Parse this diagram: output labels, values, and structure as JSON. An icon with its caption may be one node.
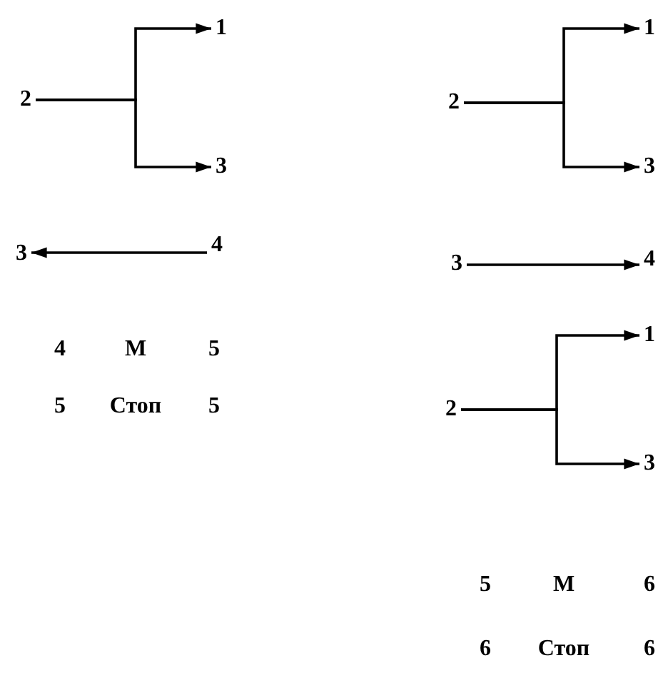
{
  "diagram": {
    "nodes": [
      {
        "text": [
          "2"
        ]
      },
      {
        "text": [
          "1"
        ]
      },
      {
        "text": [
          "3"
        ]
      },
      {
        "text": [
          "3"
        ]
      },
      {
        "text": [
          "4"
        ]
      },
      {
        "text": [
          "2"
        ]
      },
      {
        "text": [
          "1"
        ]
      },
      {
        "text": [
          "3"
        ]
      },
      {
        "text": [
          "3"
        ]
      },
      {
        "text": [
          "4"
        ]
      },
      {
        "text": [
          "2"
        ]
      },
      {
        "text": [
          "1"
        ]
      },
      {
        "text": [
          "3"
        ]
      }
    ],
    "edges": [
      {
        "from": 0,
        "to": 1,
        "arrow": "to"
      },
      {
        "from": 0,
        "to": 2,
        "arrow": "to"
      },
      {
        "from": 4,
        "to": 3,
        "arrow": "to"
      },
      {
        "from": 5,
        "to": 6,
        "arrow": "to"
      },
      {
        "from": 5,
        "to": 7,
        "arrow": "to"
      },
      {
        "from": 8,
        "to": 9,
        "arrow": "to"
      },
      {
        "from": 10,
        "to": 11,
        "arrow": "to"
      },
      {
        "from": 10,
        "to": 12,
        "arrow": "to"
      }
    ],
    "labels": [
      "4",
      "М",
      "5",
      "5",
      "Стоп",
      "5",
      "5",
      "М",
      "6",
      "6",
      "Стоп",
      "6"
    ]
  }
}
